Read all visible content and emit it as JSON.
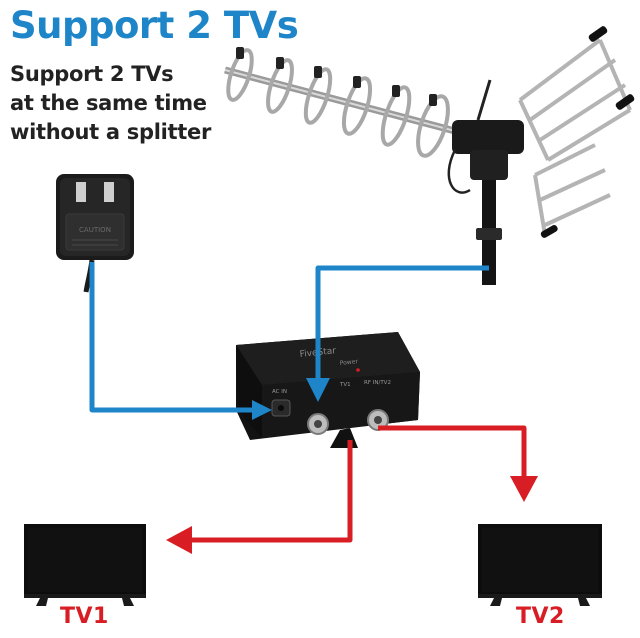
{
  "headline": "Support 2 TVs",
  "subline": [
    "Support 2 TVs",
    "at the same time",
    "without a splitter"
  ],
  "adapter": {
    "label": "CAUTION"
  },
  "amplifier": {
    "brand": "FiveStar",
    "power_label": "Power",
    "ac_in_label": "AC IN",
    "tv1_port_label": "TV1",
    "rf_port_label": "RF IN/TV2"
  },
  "tvs": [
    {
      "label": "TV1"
    },
    {
      "label": "TV2"
    }
  ],
  "colors": {
    "headline": "#1e86c8",
    "power_path": "#1e86c8",
    "tv2_path": "#d81e24",
    "tv_label": "#d81e24",
    "device": "#1a1a1a"
  }
}
